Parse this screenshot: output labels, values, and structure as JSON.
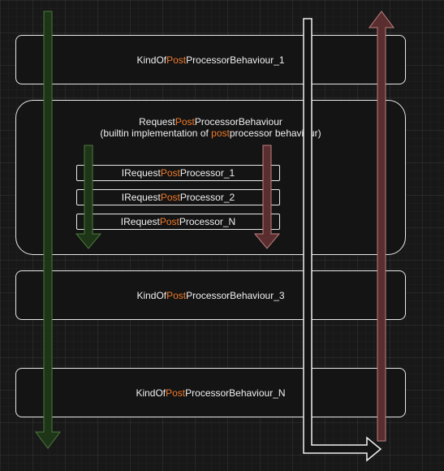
{
  "boxes": {
    "box1": {
      "pre": "KindOf",
      "hl": "Post",
      "post": "ProcessorBehaviour_1"
    },
    "request": {
      "line1": {
        "pre": "Request",
        "hl": "Post",
        "post": "ProcessorBehaviour"
      },
      "line2": {
        "pre": "(builtin implementation of ",
        "hl": "post",
        "post": "processor behaviour)"
      },
      "processors": [
        {
          "pre": "IRequest",
          "hl": "Post",
          "post": "Processor_1"
        },
        {
          "pre": "IRequest",
          "hl": "Post",
          "post": "Processor_2"
        },
        {
          "pre": "IRequest",
          "hl": "Post",
          "post": "Processor_N"
        }
      ]
    },
    "box3": {
      "pre": "KindOf",
      "hl": "Post",
      "post": "ProcessorBehaviour_3"
    },
    "boxN": {
      "pre": "KindOf",
      "hl": "Post",
      "post": "ProcessorBehaviour_N"
    }
  },
  "colors": {
    "highlight": "#f07a2a",
    "green_arrow_fill": "#1f3518",
    "green_arrow_stroke": "#4a7a3c",
    "red_arrow_fill": "#5a2e2e",
    "red_arrow_stroke": "#c08080",
    "white_arrow": "#f0f0f0",
    "box_border": "#e8e8e8"
  }
}
